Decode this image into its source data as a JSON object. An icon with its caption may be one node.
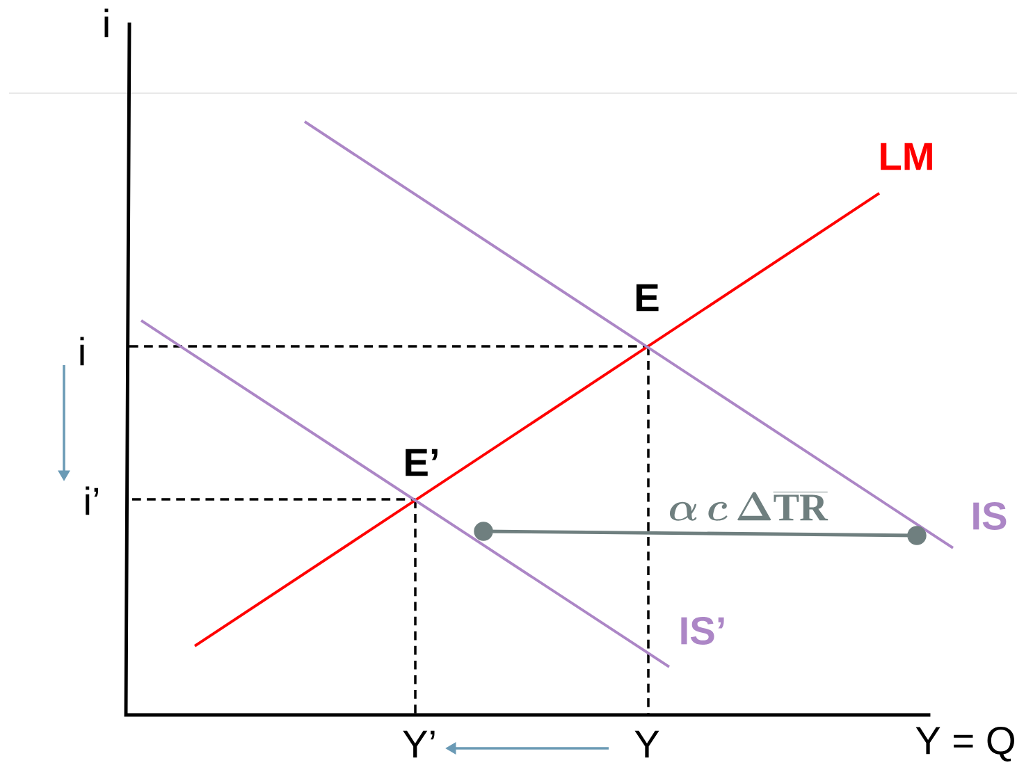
{
  "diagram": {
    "labels": [
      "i",
      "LM",
      "E",
      "i",
      "E’",
      "i’",
      "\\alpha\\, c\\, \\Delta\\overline{\\mathrm{TR}}",
      "IS",
      "IS’",
      "Y’",
      "Y",
      "Y = Q"
    ]
  }
}
